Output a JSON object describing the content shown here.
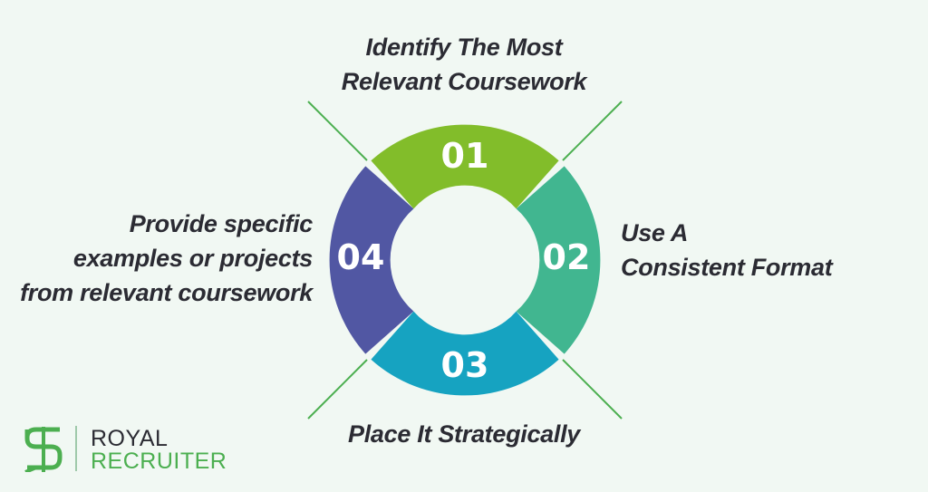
{
  "diagram": {
    "segments": [
      {
        "number": "01",
        "label_lines": [
          "Identify The Most",
          "Relevant Coursework"
        ],
        "color": "#82bd2a"
      },
      {
        "number": "02",
        "label_lines": [
          "Use A",
          "Consistent Format"
        ],
        "color": "#41b690"
      },
      {
        "number": "03",
        "label_lines": [
          "Place It Strategically"
        ],
        "color": "#16a3c1"
      },
      {
        "number": "04",
        "label_lines": [
          "Provide specific",
          "examples or projects",
          "from relevant coursework"
        ],
        "color": "#5157a3"
      }
    ],
    "connector_color": "#4caf50",
    "background_color": "#f1f8f3"
  },
  "brand": {
    "line1": "ROYAL",
    "line2": "RECRUITER",
    "logo_icon": "royal-recruiter-logo-icon",
    "color": "#4caf50"
  }
}
